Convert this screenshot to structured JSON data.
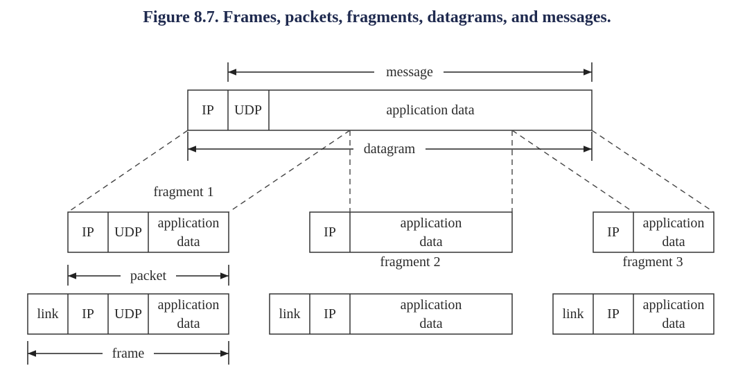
{
  "title": "Figure 8.7. Frames, packets, fragments, datagrams, and messages.",
  "labels": {
    "message": "message",
    "datagram": "datagram",
    "packet": "packet",
    "frame": "frame",
    "fragment1": "fragment 1",
    "fragment2": "fragment 2",
    "fragment3": "fragment 3"
  },
  "cells": {
    "link": "link",
    "ip": "IP",
    "udp": "UDP",
    "application_data": "application data",
    "application": "application",
    "data": "data"
  }
}
